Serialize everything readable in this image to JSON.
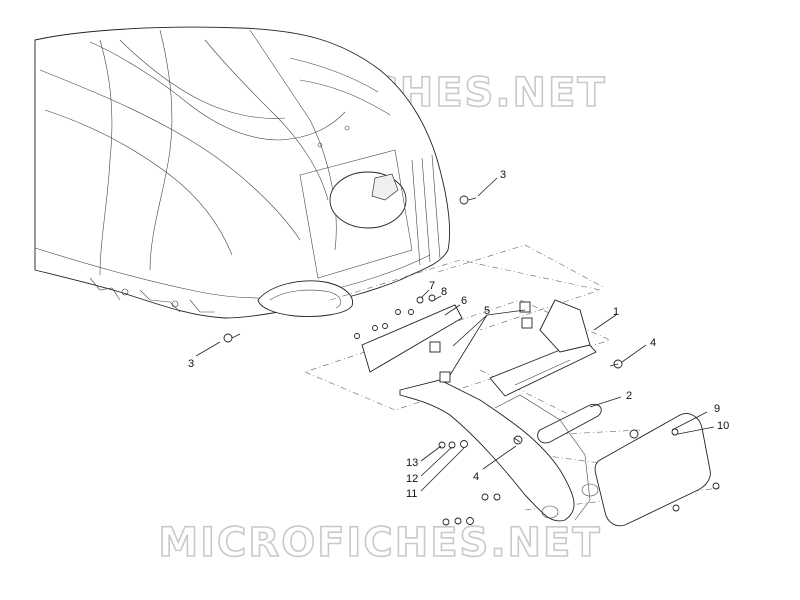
{
  "watermarks": [
    "MICROFICHES.NET",
    "MICROFICHES.NET"
  ],
  "callouts": [
    {
      "id": "c1",
      "text": "1"
    },
    {
      "id": "c2",
      "text": "2"
    },
    {
      "id": "c3a",
      "text": "3"
    },
    {
      "id": "c3b",
      "text": "3"
    },
    {
      "id": "c4a",
      "text": "4"
    },
    {
      "id": "c4b",
      "text": "4"
    },
    {
      "id": "c5",
      "text": "5"
    },
    {
      "id": "c6",
      "text": "6"
    },
    {
      "id": "c7",
      "text": "7"
    },
    {
      "id": "c8",
      "text": "8"
    },
    {
      "id": "c9",
      "text": "9"
    },
    {
      "id": "c10",
      "text": "10"
    },
    {
      "id": "c11",
      "text": "11"
    },
    {
      "id": "c12",
      "text": "12"
    },
    {
      "id": "c13",
      "text": "13"
    }
  ]
}
